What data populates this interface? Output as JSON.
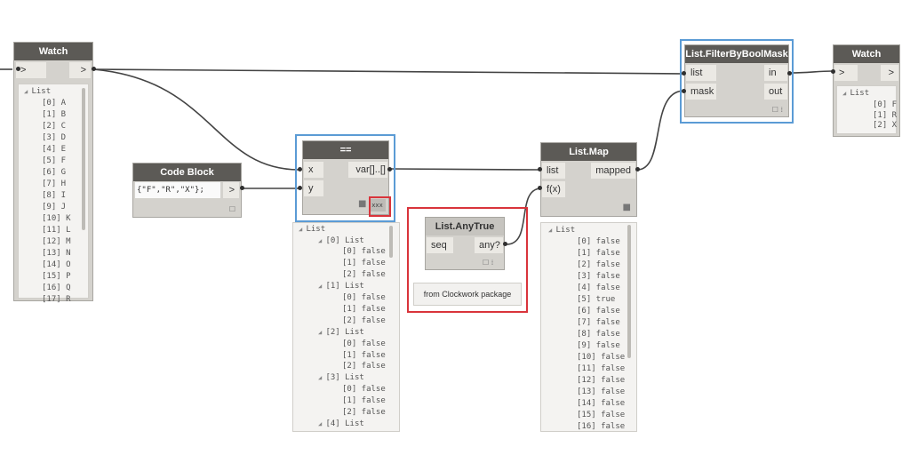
{
  "watch_left": {
    "title": "Watch",
    "in_port": ">",
    "out_port": ">",
    "root": "List",
    "items": [
      "[0] A",
      "[1] B",
      "[2] C",
      "[3] D",
      "[4] E",
      "[5] F",
      "[6] G",
      "[7] H",
      "[8] I",
      "[9] J",
      "[10] K",
      "[11] L",
      "[12] M",
      "[13] N",
      "[14] O",
      "[15] P",
      "[16] Q",
      "[17] R"
    ]
  },
  "code_block": {
    "title": "Code Block",
    "code": "{\"F\",\"R\",\"X\"};",
    "out_port": ">"
  },
  "equals_node": {
    "title": "==",
    "in_x": "x",
    "in_y": "y",
    "out_port": "var[]..[]",
    "lacing": "xxx",
    "preview_root": "List",
    "preview_lines": [
      "[0] List",
      "[0] false",
      "[1] false",
      "[2] false",
      "[1] List",
      "[0] false",
      "[1] false",
      "[2] false",
      "[2] List",
      "[0] false",
      "[1] false",
      "[2] false",
      "[3] List",
      "[0] false",
      "[1] false",
      "[2] false",
      "[4] List"
    ]
  },
  "any_true": {
    "title": "List.AnyTrue",
    "in_port": "seq",
    "out_port": "any?",
    "note": "from Clockwork package"
  },
  "list_map": {
    "title": "List.Map",
    "in_list": "list",
    "in_fx": "f(x)",
    "out_port": "mapped",
    "preview_root": "List",
    "preview_lines": [
      "[0] false",
      "[1] false",
      "[2] false",
      "[3] false",
      "[4] false",
      "[5] true",
      "[6] false",
      "[7] false",
      "[8] false",
      "[9] false",
      "[10] false",
      "[11] false",
      "[12] false",
      "[13] false",
      "[14] false",
      "[15] false",
      "[16] false"
    ]
  },
  "filter": {
    "title": "List.FilterByBoolMask",
    "in_list": "list",
    "in_mask": "mask",
    "out_in": "in",
    "out_out": "out"
  },
  "watch_right": {
    "title": "Watch",
    "in_port": ">",
    "out_port": ">",
    "root": "List",
    "items": [
      "[0] F",
      "[1] R",
      "[2] X"
    ]
  }
}
